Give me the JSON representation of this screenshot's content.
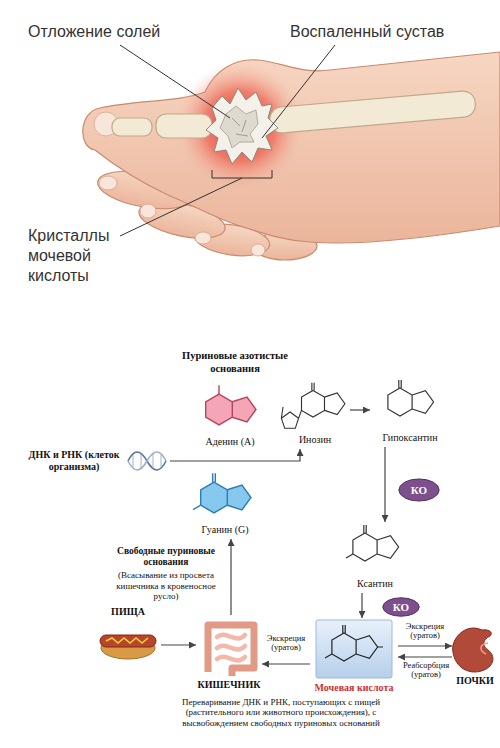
{
  "diagram": {
    "nodes": [
      {
        "text": [
          "Аденин (A)"
        ]
      },
      {
        "text": [
          "Инозин"
        ]
      },
      {
        "text": [
          "Гипоксантин"
        ]
      },
      {
        "text": [
          "ДНК и РНК (клеток организма)"
        ]
      },
      {
        "text": [
          "Гуанин (G)"
        ]
      },
      {
        "text": [
          "КО"
        ]
      },
      {
        "text": [
          "Ксантин"
        ]
      },
      {
        "text": [
          "КО"
        ]
      },
      {
        "text": [
          "ПИЩА"
        ]
      },
      {
        "text": [
          "КИШЕЧНИК",
          "Переваривание ДНК и РНК, поступающих с пищей (растительного или животного происхождения), с высвобождением свободных пуриновых оснований"
        ]
      },
      {
        "text": [
          "Мочевая кислота"
        ]
      },
      {
        "text": [
          "ПОЧКИ"
        ]
      }
    ],
    "edges": [
      {
        "from": 3,
        "to": 1,
        "arrow": "to"
      },
      {
        "from": 1,
        "to": 2,
        "arrow": "to"
      },
      {
        "from": 2,
        "to": 6,
        "arrow": "to"
      },
      {
        "from": 6,
        "to": 10,
        "arrow": "to"
      },
      {
        "from": 10,
        "to": 11,
        "label": "Экскреция (уратов)",
        "arrow": "to"
      },
      {
        "from": 11,
        "to": 10,
        "label": "Реабсорбция (уратов)",
        "arrow": "to"
      },
      {
        "from": 10,
        "to": 9,
        "label": "Экскреция (уратов)",
        "arrow": "to"
      },
      {
        "from": 8,
        "to": 9,
        "arrow": "to"
      },
      {
        "from": 9,
        "to": 4,
        "arrow": "to"
      }
    ],
    "labels": [
      "Отложение солей",
      "Воспаленный сустав",
      "Кристаллы мочевой кислоты",
      "Пуриновые азотистые основания",
      "Свободные пуриновые основания",
      "(Всасывание из просвета кишечника в кровеносное русло)"
    ]
  }
}
